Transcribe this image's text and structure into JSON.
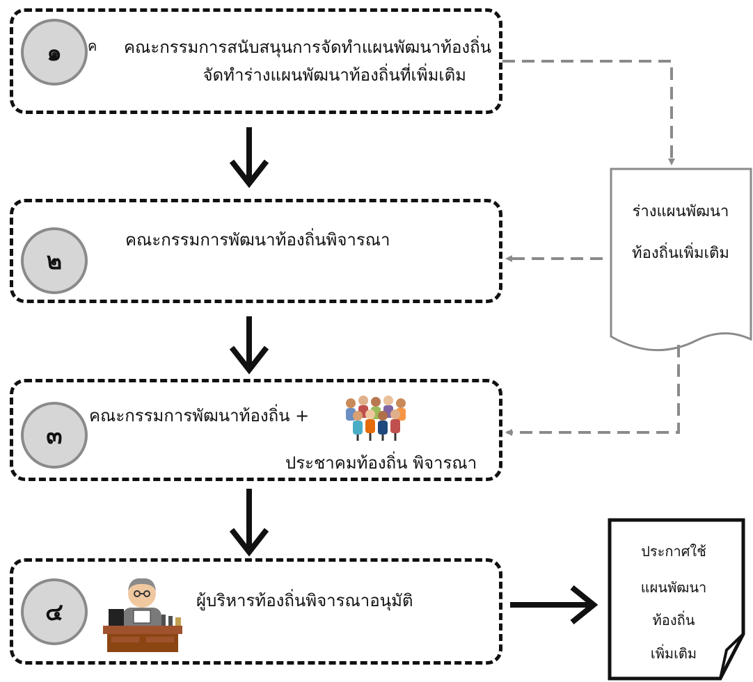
{
  "stages": [
    {
      "number": "๑",
      "ghost": "ค",
      "line1": "คณะกรรมการสนับสนุนการจัดทำแผนพัฒนาท้องถิ่น",
      "line2": "จัดทำร่างแผนพัฒนาท้องถิ่นที่เพิ่มเติม"
    },
    {
      "number": "๒",
      "line1": "คณะกรรมการพัฒนาท้องถิ่นพิจารณา"
    },
    {
      "number": "๓",
      "line1": "คณะกรรมการพัฒนาท้องถิ่น +",
      "line2": "ประชาคมท้องถิ่น  พิจารณา"
    },
    {
      "number": "๔",
      "line1": "ผู้บริหารท้องถิ่นพิจารณาอนุมัติ"
    }
  ],
  "draft_document": {
    "line1": "ร่างแผนพัฒนา",
    "line2": "ท้องถิ่นเพิ่มเติม"
  },
  "announcement": {
    "line1": "ประกาศใช้",
    "line2": "แผนพัฒนา",
    "line3": "ท้องถิ่น",
    "line4": "เพิ่มเติม"
  },
  "colors": {
    "stroke": "#111111",
    "dashed_connector": "#8a8a8a",
    "badge_fill": "#d6d6d6",
    "badge_border": "#8a8a8a"
  },
  "icons": [
    "crowd-of-people-icon",
    "executive-at-desk-icon"
  ]
}
